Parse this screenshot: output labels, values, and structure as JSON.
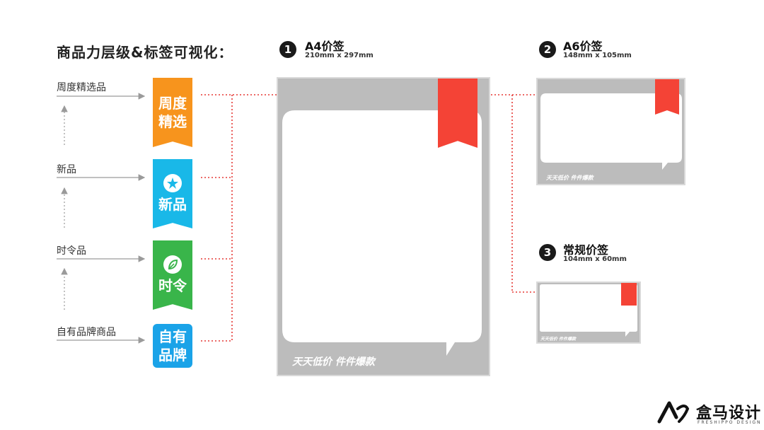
{
  "title": "商品力层级&标签可视化：",
  "levels": [
    {
      "label": "周度精选品",
      "tag_line1": "周度",
      "tag_line2": "精选",
      "color": "#f7941d",
      "icon": ""
    },
    {
      "label": "新品",
      "tag_line1": "新品",
      "tag_line2": "",
      "color": "#19b8e8",
      "icon": "new-star-icon"
    },
    {
      "label": "时令品",
      "tag_line1": "时令",
      "tag_line2": "",
      "color": "#39b54a",
      "icon": "leaf-icon"
    },
    {
      "label": "自有品牌商品",
      "tag_line1": "自有",
      "tag_line2": "品牌",
      "color": "#1aa3e8",
      "icon": ""
    }
  ],
  "price_tags": [
    {
      "number": "1",
      "title": "A4价签",
      "size": "210mm x 297mm",
      "slogan": "天天低价 件件爆款"
    },
    {
      "number": "2",
      "title": "A6价签",
      "size": "148mm x 105mm",
      "slogan": "天天低价 件件爆款"
    },
    {
      "number": "3",
      "title": "常规价签",
      "size": "104mm x 60mm",
      "slogan": "天天低价 件件爆款"
    }
  ],
  "colors": {
    "marker": "#f44336",
    "arrow": "#e53935",
    "frame": "#bcbcbc"
  },
  "brand": {
    "name": "盒马设计",
    "sub": "FRESHIPPO DESIGN"
  }
}
